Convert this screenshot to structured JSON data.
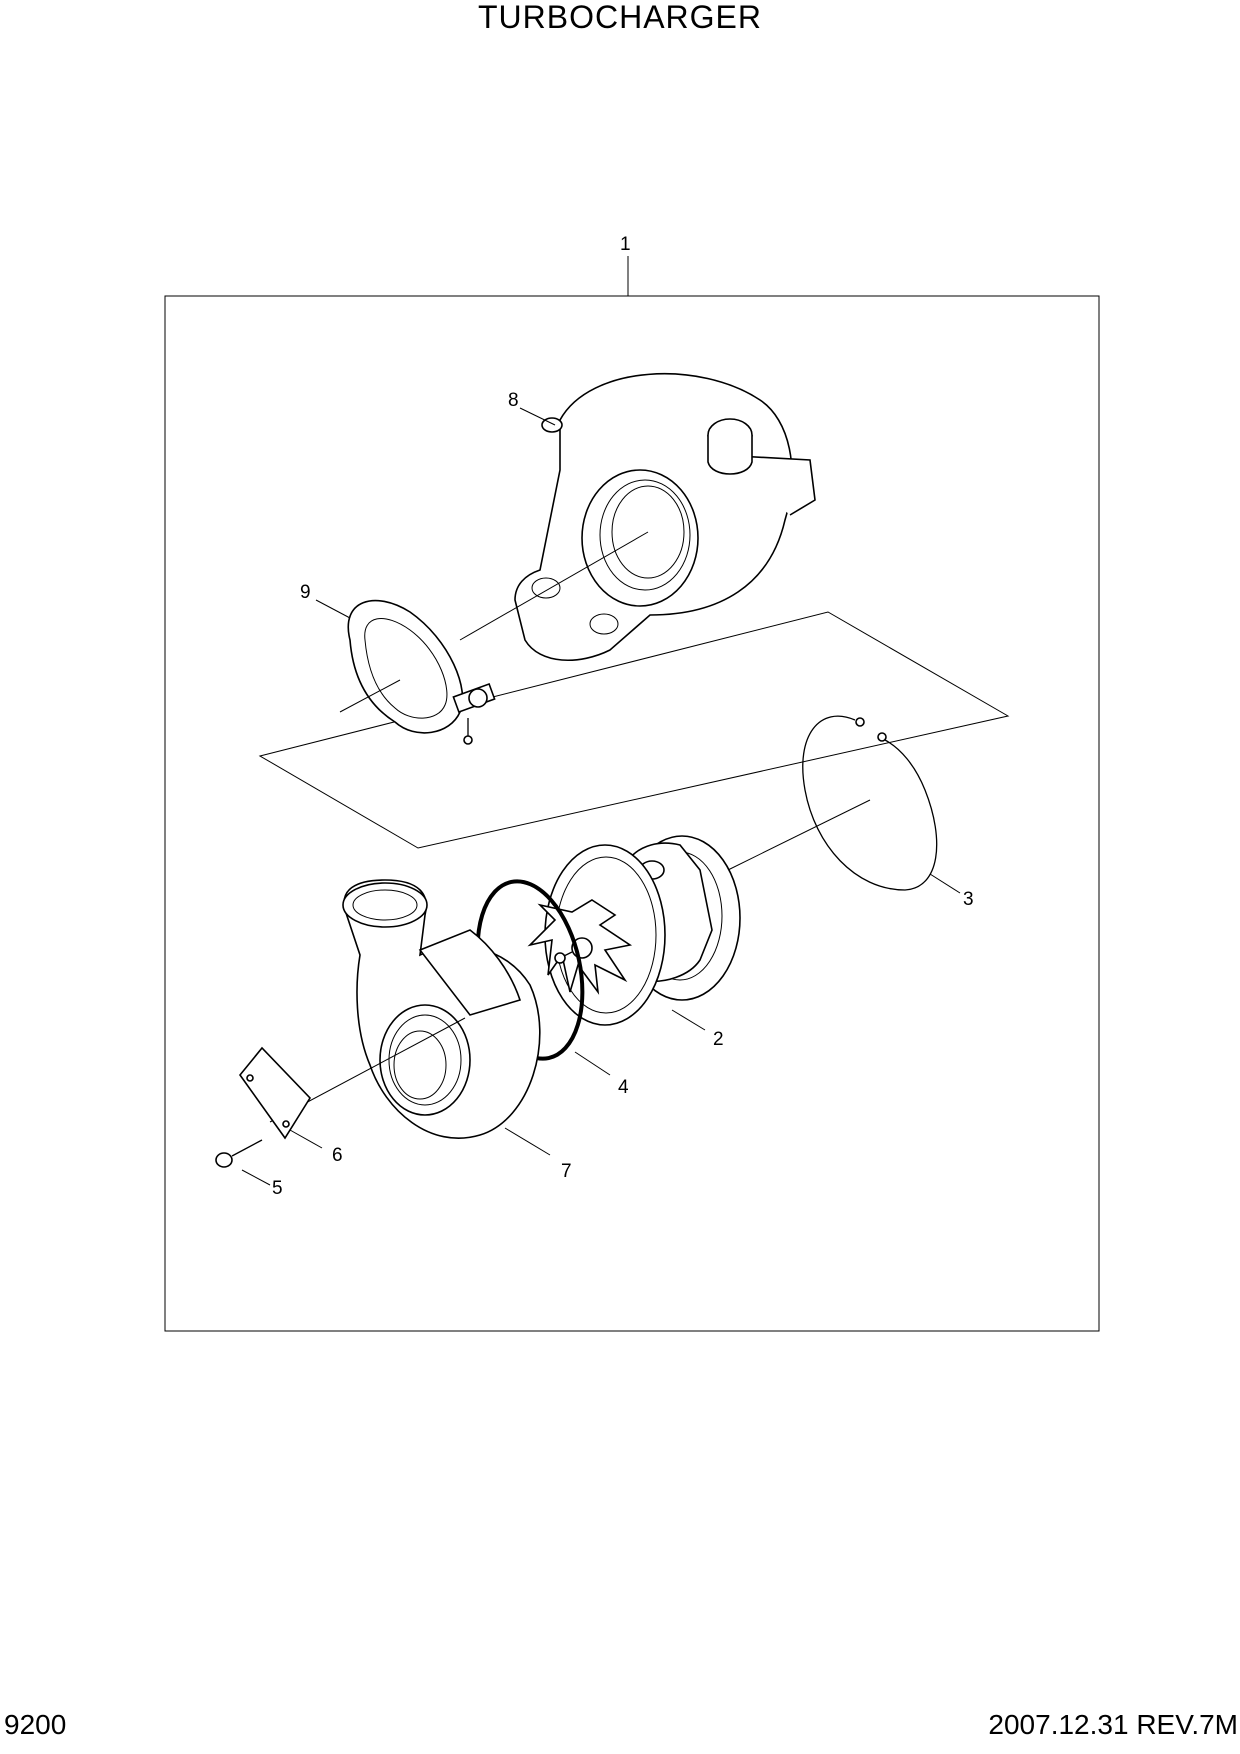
{
  "page": {
    "title": "TURBOCHARGER",
    "page_number": "9200",
    "revision": "2007.12.31  REV.7M"
  },
  "callouts": [
    {
      "id": "c1",
      "text": "1"
    },
    {
      "id": "c2",
      "text": "2"
    },
    {
      "id": "c3",
      "text": "3"
    },
    {
      "id": "c4",
      "text": "4"
    },
    {
      "id": "c5",
      "text": "5"
    },
    {
      "id": "c6",
      "text": "6"
    },
    {
      "id": "c7",
      "text": "7"
    },
    {
      "id": "c8",
      "text": "8"
    },
    {
      "id": "c9",
      "text": "9"
    }
  ]
}
